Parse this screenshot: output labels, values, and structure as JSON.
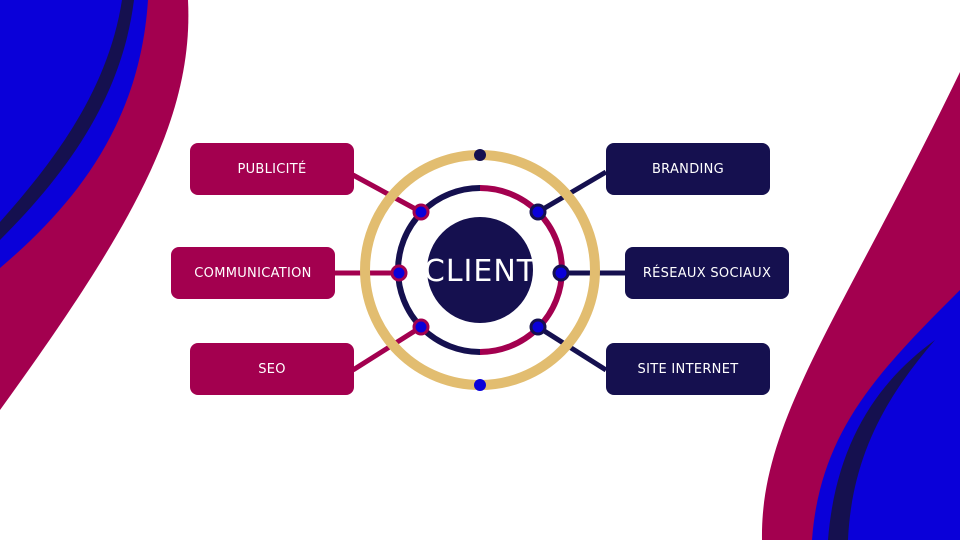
{
  "center": {
    "label": "CLIENT"
  },
  "left_nodes": [
    {
      "label": "PUBLICITÉ"
    },
    {
      "label": "COMMUNICATION"
    },
    {
      "label": "SEO"
    }
  ],
  "right_nodes": [
    {
      "label": "BRANDING"
    },
    {
      "label": "RÉSEAUX SOCIAUX"
    },
    {
      "label": "SITE INTERNET"
    }
  ],
  "colors": {
    "magenta": "#a3004f",
    "navy": "#15104f",
    "blue": "#0a00d9",
    "gold": "#e2bd70",
    "background": "#ffffff"
  }
}
